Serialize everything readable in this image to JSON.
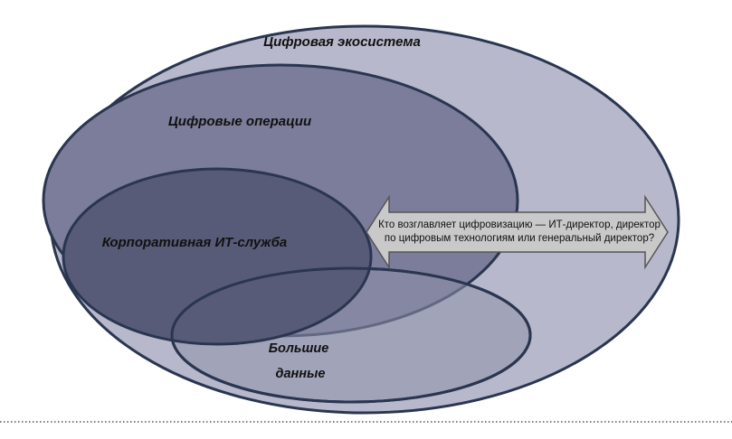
{
  "diagram": {
    "ecosystem_label": "Цифровая экосистема",
    "operations_label": "Цифровые операции",
    "it_service_label": "Корпоративная ИТ-служба",
    "big_data_label_line1": "Большие",
    "big_data_label_line2": "данные",
    "arrow_text_line1": "Кто возглавляет цифровизацию — ИТ-директор, директор",
    "arrow_text_line2": "по цифровым технологиям или генеральный директор?"
  },
  "colors": {
    "outline": "#2a3550",
    "ecosystem_fill": "#b7b8cb",
    "operations_fill": "#7b7d9a",
    "it_service_fill": "#585b78",
    "big_data_fill": "#8f91ac",
    "arrow_fill": "#c9c9c9",
    "arrow_stroke": "#555555"
  }
}
